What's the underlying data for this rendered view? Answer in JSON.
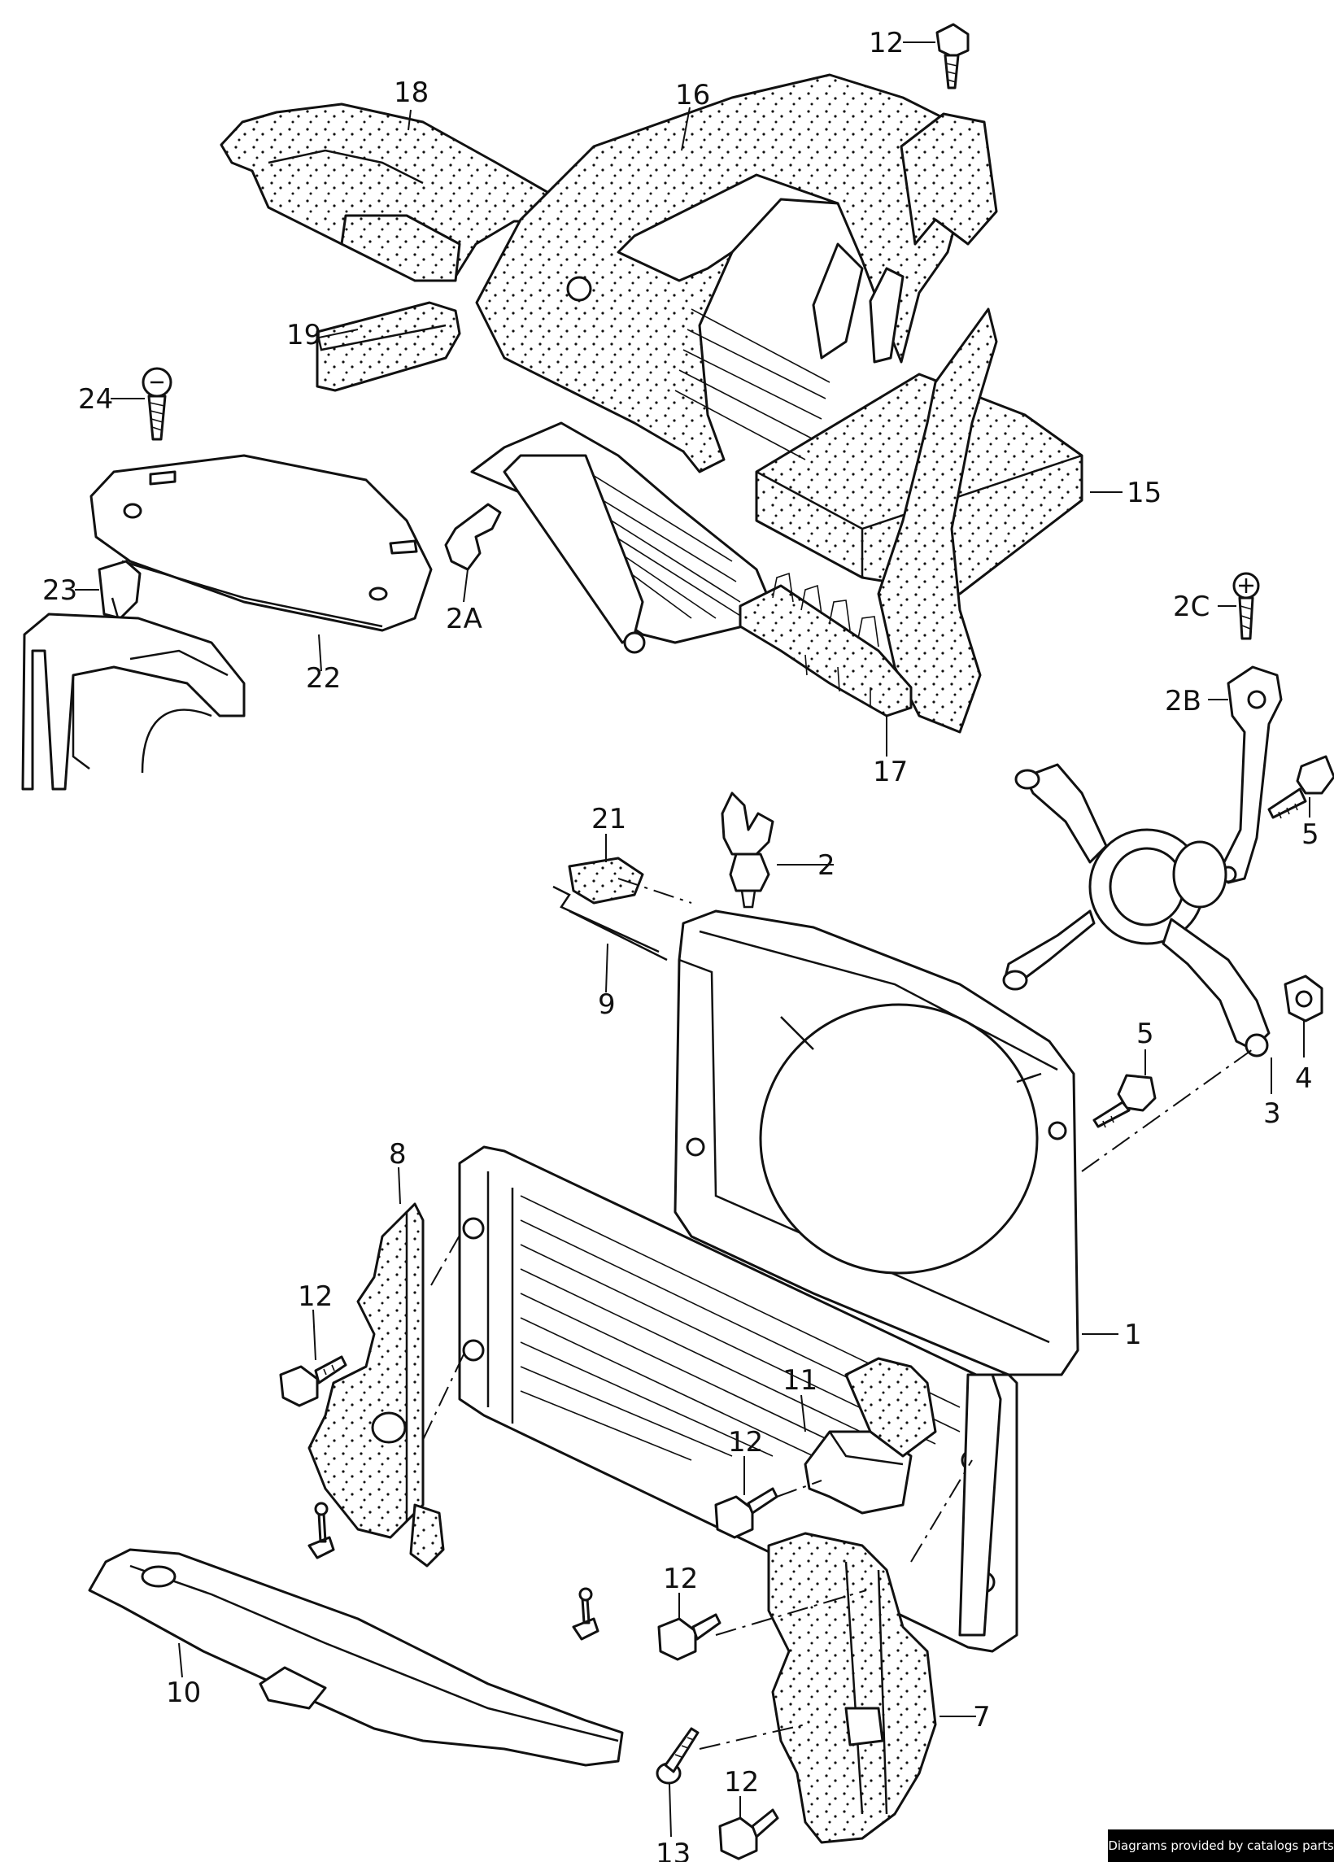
{
  "callouts": {
    "c12a": "12",
    "c16": "16",
    "c18": "18",
    "c19": "19",
    "c24": "24",
    "c15": "15",
    "c23": "23",
    "c2a": "2A",
    "c22": "22",
    "c2c": "2C",
    "c2b": "2B",
    "c17": "17",
    "c5a": "5",
    "c21": "21",
    "c2": "2",
    "c9": "9",
    "c5b": "5",
    "c4": "4",
    "c3": "3",
    "c8": "8",
    "c12b": "12",
    "c1": "1",
    "c11": "11",
    "c12c": "12",
    "c12d": "12",
    "c10": "10",
    "c7": "7",
    "c12e": "12",
    "c13": "13"
  },
  "credit": "Diagrams provided by catalogs parts"
}
